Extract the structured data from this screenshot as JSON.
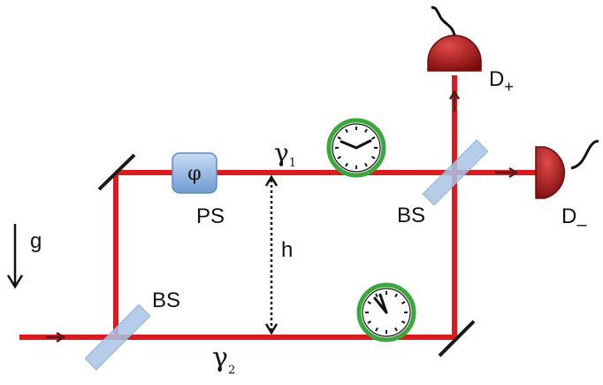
{
  "labels": {
    "phase_shifter_symbol": "φ",
    "phase_shifter": "PS",
    "beam_splitter_bottom": "BS",
    "beam_splitter_top": "BS",
    "height": "h",
    "gravity": "g",
    "path_upper": "γ",
    "path_upper_sub": "1",
    "path_lower": "γ",
    "path_lower_sub": "2",
    "detector_plus": "D",
    "detector_plus_sub": "+",
    "detector_minus": "D",
    "detector_minus_sub": "–"
  },
  "colors": {
    "beam": "#e3161b",
    "detector": "#a81212",
    "clock_ring": "#3aa83a",
    "splitter": "#a9c4e6",
    "phase_shifter": "#7fa8d8",
    "mirror": "#1a1a1a"
  },
  "icons": {
    "clock_upper": "clock-icon",
    "clock_lower": "clock-icon",
    "detector_plus": "detector-icon",
    "detector_minus": "detector-icon"
  }
}
